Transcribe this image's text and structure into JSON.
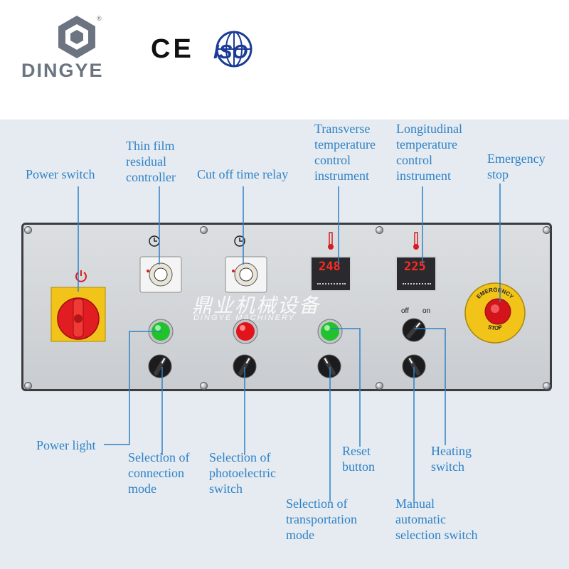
{
  "brand": {
    "name": "DINGYE",
    "registered": "®",
    "ce": "CE",
    "iso": "ISO"
  },
  "watermark": {
    "chinese": "鼎业机械设备",
    "english": "DINGYE MACHINERY"
  },
  "displays": {
    "transverse_value": "248",
    "longitudinal_value": "225"
  },
  "switch_marks": {
    "heating_off": "off",
    "heating_on": "on"
  },
  "estop": {
    "top_text": "EMERGENCY",
    "bottom_text": "STOP"
  },
  "labels": {
    "power_switch": [
      "Power switch"
    ],
    "thin_film": [
      "Thin film",
      "residual",
      "controller"
    ],
    "cut_off": [
      "Cut off time relay"
    ],
    "transverse": [
      "Transverse",
      "temperature",
      "control",
      "instrument"
    ],
    "longitudinal": [
      "Longitudinal",
      "temperature",
      "control",
      "instrument"
    ],
    "emergency": [
      "Emergency",
      "stop"
    ],
    "power_light": [
      "Power light"
    ],
    "connection_mode": [
      "Selection of",
      "connection",
      "mode"
    ],
    "photoelectric": [
      "Selection of",
      "photoelectric",
      "switch"
    ],
    "reset": [
      "Reset",
      "button"
    ],
    "heating": [
      "Heating",
      "switch"
    ],
    "transportation": [
      "Selection of",
      "transportation",
      "mode"
    ],
    "manual_auto": [
      "Manual",
      "automatic",
      "selection switch"
    ]
  },
  "colors": {
    "label": "#2f82c8",
    "brand_gray": "#6b7480",
    "iso_blue": "#1b3c96",
    "indicator_green": "#22c12e",
    "indicator_red": "#e0141a",
    "estop_red": "#d3141b",
    "estop_yellow": "#f2c318",
    "display_red": "#ff2a22"
  }
}
